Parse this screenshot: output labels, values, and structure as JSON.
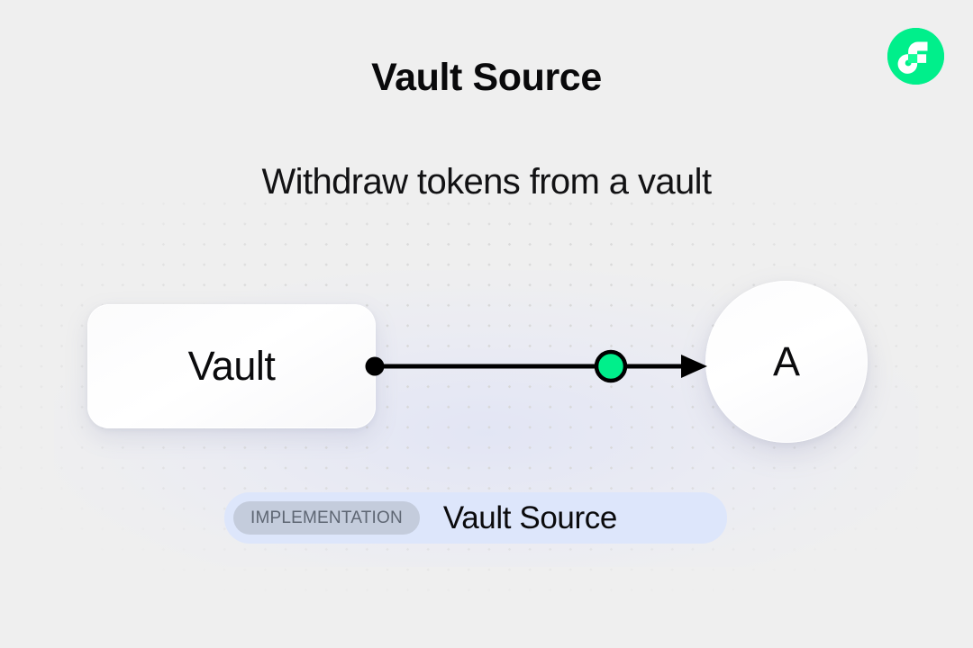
{
  "header": {
    "title": "Vault Source",
    "subtitle": "Withdraw tokens from a vault"
  },
  "brand": {
    "logo_icon": "flow-logo-icon",
    "accent_color": "#00ef8b"
  },
  "diagram": {
    "type": "flow-graph",
    "nodes": [
      {
        "id": "vault",
        "label": "Vault",
        "shape": "rounded-rect"
      },
      {
        "id": "a",
        "label": "A",
        "shape": "circle"
      }
    ],
    "edges": [
      {
        "from": "vault",
        "to": "a",
        "source_handle_icon": "source-handle-dot",
        "midpoint_icon": "edge-midpoint-dot",
        "midpoint_color": "#00ef8b",
        "arrow_icon": "arrow-head-icon",
        "color": "#000000"
      }
    ]
  },
  "footer": {
    "chip_label": "IMPLEMENTATION",
    "name": "Vault Source",
    "chip_color": "#c4ccdc",
    "bar_color": "#dde6fb"
  }
}
